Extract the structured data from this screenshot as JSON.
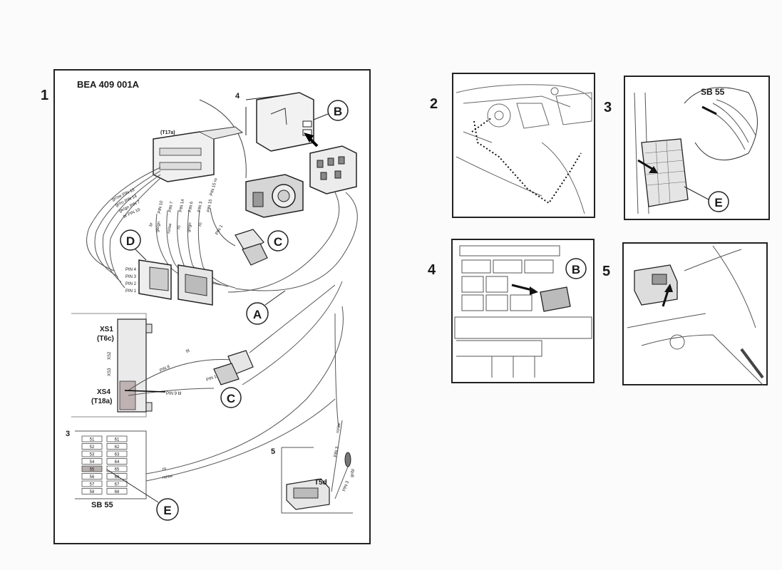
{
  "part_number": "BEA 409 001A",
  "panel_numbers": {
    "p1": "1",
    "p2": "2",
    "p3": "3",
    "p4": "4",
    "p5": "5"
  },
  "inset_numbers": {
    "i4": "4",
    "i3": "3",
    "i5": "5"
  },
  "callouts": {
    "A": "A",
    "B": "B",
    "C": "C",
    "D": "D",
    "E": "E"
  },
  "connectors": {
    "t17a": "(T17a)",
    "xs1": "XS1",
    "t6c": "(T6c)",
    "xs4": "XS4",
    "t18a": "(T18a)",
    "xs2": "XS2",
    "xs3": "XS3",
    "t5d": "T5d",
    "sb55": "SB 55"
  },
  "wire_labels": {
    "top_left": [
      "gr/sw PIN 13",
      "gr/ro PIN 14",
      "ge/gn PIN 7",
      "br PIN 10"
    ],
    "top_mid": [
      "br",
      "ge/gn",
      "ro/sw",
      "ro",
      "gr/gn",
      "ro"
    ],
    "top_pins": [
      "PIN 10",
      "PIN 7",
      "PIN 14",
      "PIN 6",
      "PIN 3",
      "PIN 15"
    ],
    "pin1": "PIN 1",
    "d_pins": [
      "PIN 4",
      "PIN 3",
      "PIN 2",
      "PIN 1"
    ],
    "pin15_ro": "PIN 15 ro",
    "pin8": "PIN 8",
    "bl": "bl",
    "pin1b": "PIN 1",
    "pin9": "PIN 9 bl",
    "ro": "ro",
    "rosw": "ro/sw",
    "pin3": "PIN 3",
    "rosw2": "ro/sw",
    "pin3b": "PIN 3",
    "grbl": "gr/bl"
  },
  "fuse_left": [
    "51",
    "52",
    "53",
    "54",
    "55",
    "56",
    "57",
    "58"
  ],
  "fuse_right": [
    "61",
    "62",
    "63",
    "64",
    "65",
    "66",
    "67",
    "68"
  ]
}
